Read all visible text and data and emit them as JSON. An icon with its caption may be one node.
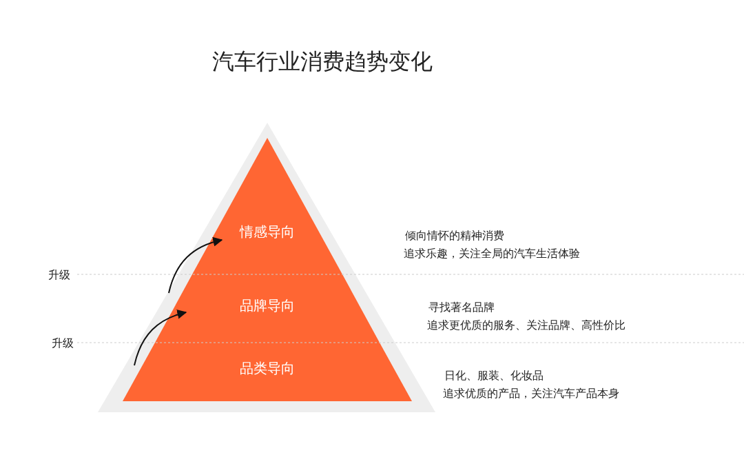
{
  "diagram": {
    "title": "汽车行业消费趋势变化",
    "nodes": [
      {
        "text": [
          "情感导向"
        ],
        "beside": [
          "倾向情怀的精神消费",
          "追求乐趣，关注全局的汽车生活体验"
        ]
      },
      {
        "text": [
          "品牌导向"
        ],
        "beside": [
          "寻找著名品牌",
          "追求更优质的服务、关注品牌、高性价比"
        ]
      },
      {
        "text": [
          "品类导向"
        ],
        "beside": [
          "日化、服装、化妆品",
          "追求优质的产品，关注汽车产品本身"
        ]
      }
    ],
    "edges": [
      {
        "from": 2,
        "to": 1,
        "arrow": "to"
      },
      {
        "from": 1,
        "to": 0,
        "arrow": "to"
      }
    ],
    "labels": [
      "升级",
      "升级"
    ]
  }
}
